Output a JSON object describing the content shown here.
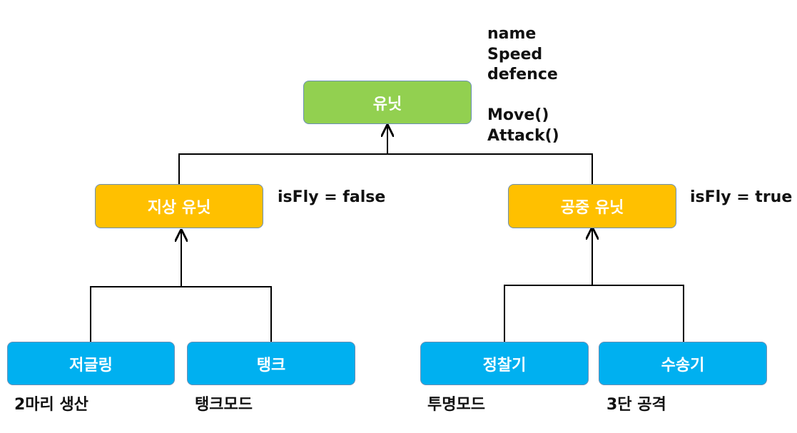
{
  "root": {
    "label": "유닛",
    "fields": [
      "name",
      "Speed",
      "defence"
    ],
    "methods": [
      "Move()",
      "Attack()"
    ]
  },
  "ground": {
    "label": "지상 유닛",
    "note": "isFly = false",
    "children": [
      {
        "label": "저글링",
        "caption": "2마리 생산"
      },
      {
        "label": "탱크",
        "caption": "탱크모드"
      }
    ]
  },
  "air": {
    "label": "공중 유닛",
    "note": "isFly = true",
    "children": [
      {
        "label": "정찰기",
        "caption": "투명모드"
      },
      {
        "label": "수송기",
        "caption": "3단 공격"
      }
    ]
  },
  "colors": {
    "root_fill": "#92d050",
    "mid_fill": "#ffc000",
    "leaf_fill": "#00b0f0",
    "box_border": "#6b8fb5",
    "connector": "#000000"
  }
}
